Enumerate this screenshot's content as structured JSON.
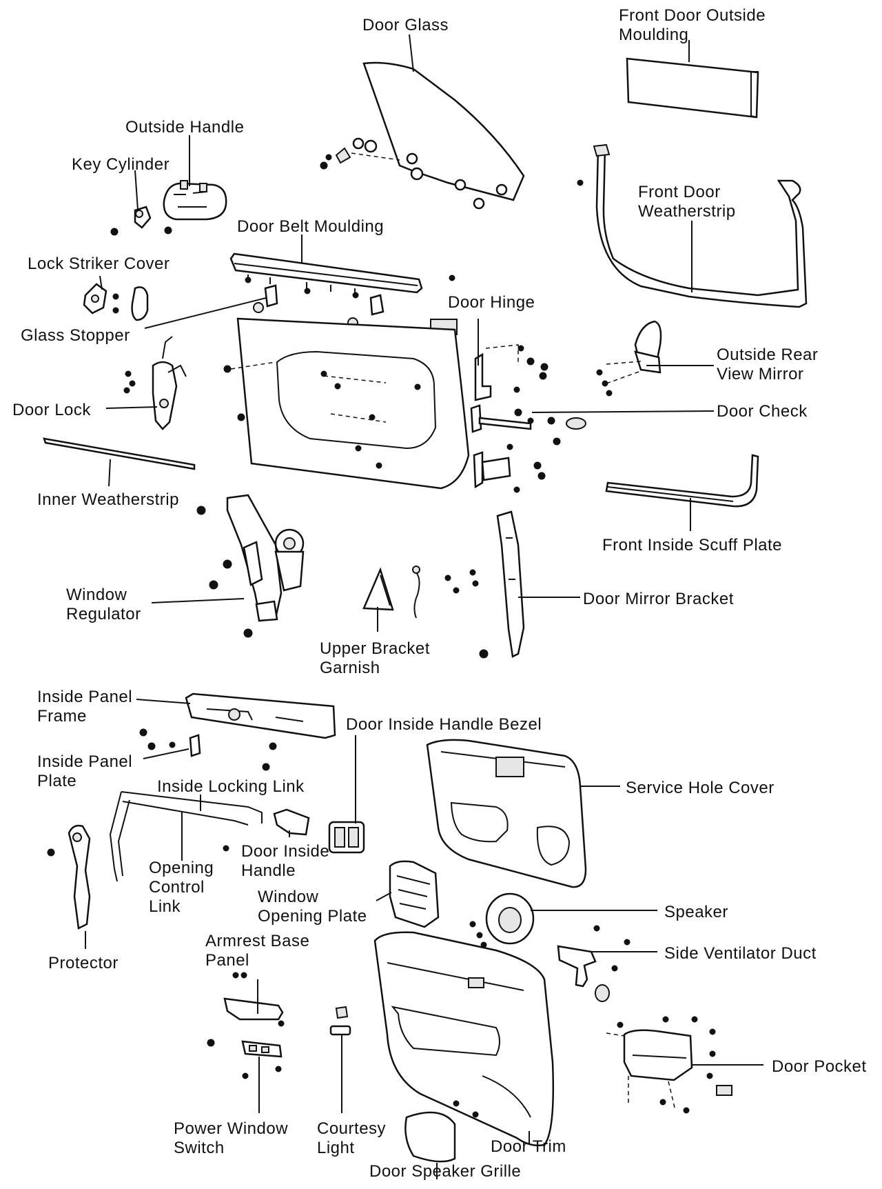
{
  "labels": {
    "door_glass": "Door Glass",
    "front_door_outside_moulding_1": "Front Door Outside",
    "front_door_outside_moulding_2": "Moulding",
    "outside_handle": "Outside Handle",
    "key_cylinder": "Key Cylinder",
    "door_belt_moulding": "Door Belt Moulding",
    "front_door_weatherstrip_1": "Front Door",
    "front_door_weatherstrip_2": "Weatherstrip",
    "lock_striker_cover": "Lock Striker Cover",
    "glass_stopper": "Glass Stopper",
    "door_hinge": "Door Hinge",
    "outside_rear_view_mirror_1": "Outside Rear",
    "outside_rear_view_mirror_2": "View Mirror",
    "door_lock": "Door Lock",
    "door_check": "Door Check",
    "inner_weatherstrip": "Inner Weatherstrip",
    "front_inside_scuff_plate": "Front Inside Scuff Plate",
    "window_regulator_1": "Window",
    "window_regulator_2": "Regulator",
    "door_mirror_bracket": "Door Mirror Bracket",
    "upper_bracket_garnish_1": "Upper Bracket",
    "upper_bracket_garnish_2": "Garnish",
    "inside_panel_frame_1": "Inside Panel",
    "inside_panel_frame_2": "Frame",
    "door_inside_handle_bezel": "Door Inside Handle Bezel",
    "inside_panel_plate_1": "Inside Panel",
    "inside_panel_plate_2": "Plate",
    "inside_locking_link": "Inside Locking Link",
    "service_hole_cover": "Service Hole Cover",
    "opening_control_link_1": "Opening",
    "opening_control_link_2": "Control",
    "opening_control_link_3": "Link",
    "door_inside_handle_1": "Door Inside",
    "door_inside_handle_2": "Handle",
    "window_opening_plate_1": "Window",
    "window_opening_plate_2": "Opening Plate",
    "speaker": "Speaker",
    "protector": "Protector",
    "armrest_base_panel_1": "Armrest Base",
    "armrest_base_panel_2": "Panel",
    "side_ventilator_duct": "Side Ventilator Duct",
    "door_pocket": "Door Pocket",
    "power_window_switch_1": "Power Window",
    "power_window_switch_2": "Switch",
    "courtesy_light_1": "Courtesy",
    "courtesy_light_2": "Light",
    "door_trim": "Door Trim",
    "door_speaker_grille": "Door Speaker Grille"
  }
}
